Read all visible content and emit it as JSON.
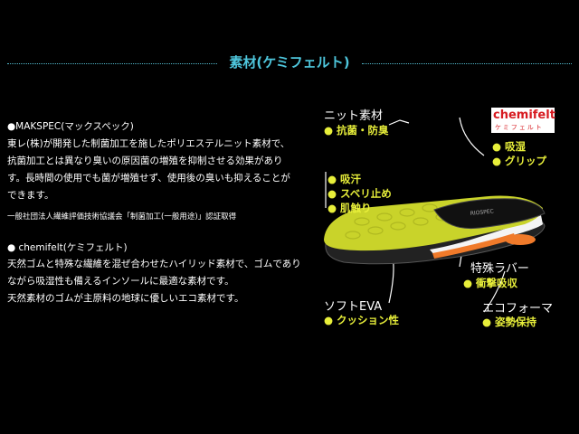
{
  "section_title": "素材(ケミフェルト)",
  "makspec": {
    "heading": "●MAKSPEC(マックスペック)",
    "lines": [
      "東レ(株)が開発した制菌加工を施したポリエステルニット素材で、",
      "抗菌加工とは異なり臭いの原因菌の増殖を抑制させる効果があり",
      "す。長時間の使用でも菌が増殖せず、使用後の臭いも抑えることが",
      "できます。"
    ],
    "note": "一般社団法人繊維評価技術協議会「制菌加工(一般用途)」認証取得"
  },
  "chemifelt": {
    "heading": "● chemifelt(ケミフェルト)",
    "lines": [
      "天然ゴムと特殊な繊維を混ぜ合わせたハイリッド素材で、ゴムであり",
      "ながら吸湿性も備えるインソールに最適な素材です。",
      "天然素材のゴムが主原料の地球に優しいエコ素材です。"
    ]
  },
  "diagram": {
    "knit": {
      "label": "ニット素材",
      "features": [
        "● 抗菌・防臭"
      ]
    },
    "upper": {
      "features": [
        "● 吸汗",
        "● スベリ止め",
        "● 肌触り"
      ]
    },
    "brand": {
      "name": "chemifelt",
      "kana": "ケミフェルト",
      "features": [
        "● 吸湿",
        "● グリップ"
      ]
    },
    "rubber": {
      "label": "特殊ラバー",
      "features": [
        "● 衝撃吸収"
      ]
    },
    "eva": {
      "label": "ソフトEVA",
      "features": [
        "● クッション性"
      ]
    },
    "ecoform": {
      "label": "エコフォーマ",
      "features": [
        "● 姿勢保持"
      ]
    },
    "insole_print": "RIOSPEC"
  },
  "colors": {
    "accent": "#4ec6dc",
    "feature": "#e8ef3a",
    "insole_top": "#c9d32a",
    "rubber": "#f07a2a",
    "brand_red": "#d71a20"
  }
}
